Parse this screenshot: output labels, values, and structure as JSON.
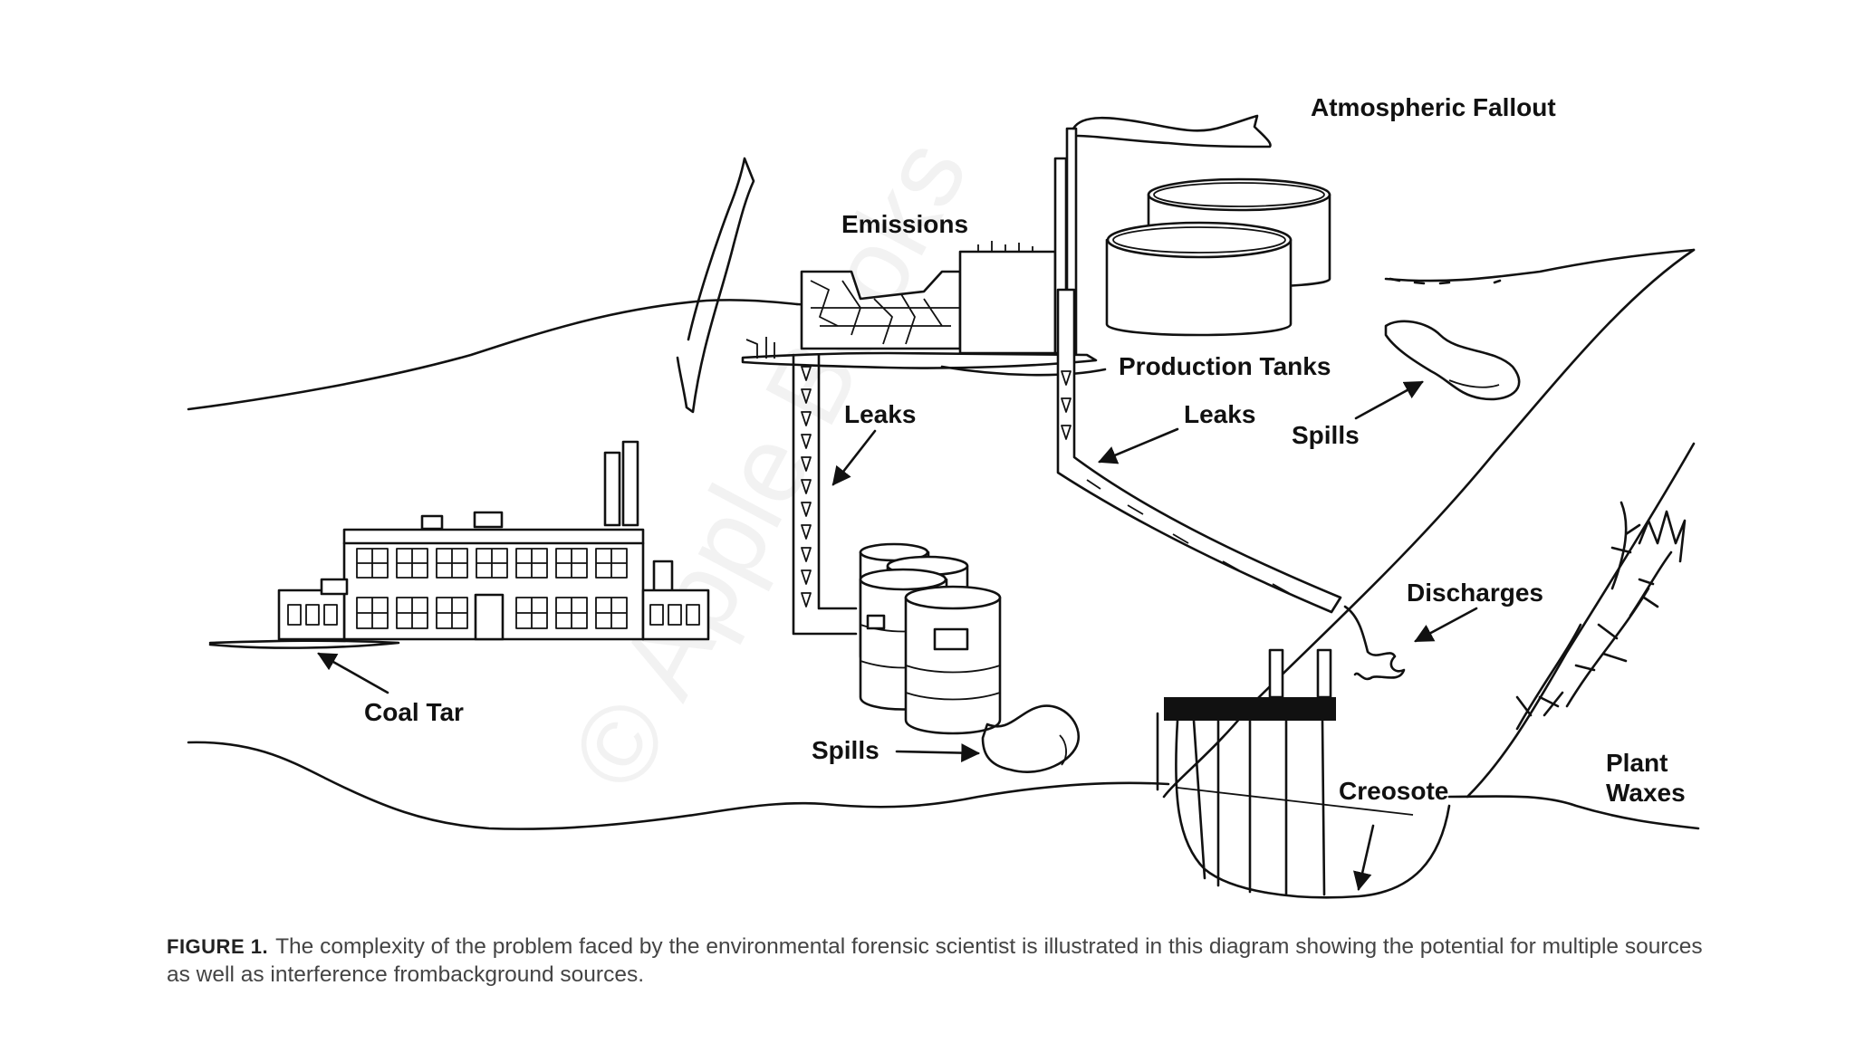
{
  "diagram": {
    "labels": {
      "atmospheric_fallout": "Atmospheric Fallout",
      "emissions": "Emissions",
      "production_tanks": "Production Tanks",
      "leaks_left": "Leaks",
      "leaks_right": "Leaks",
      "spills_upper": "Spills",
      "spills_lower": "Spills",
      "discharges": "Discharges",
      "coal_tar": "Coal Tar",
      "creosote": "Creosote",
      "plant_waxes_line1": "Plant",
      "plant_waxes_line2": "Waxes"
    },
    "watermark": "© Apple Books"
  },
  "caption": {
    "figure_label": "FIGURE 1.",
    "text": "The complexity of the problem faced by the environmental forensic scientist is illustrated in this diagram showing the potential for multiple sources as well as interference frombackground sources."
  }
}
